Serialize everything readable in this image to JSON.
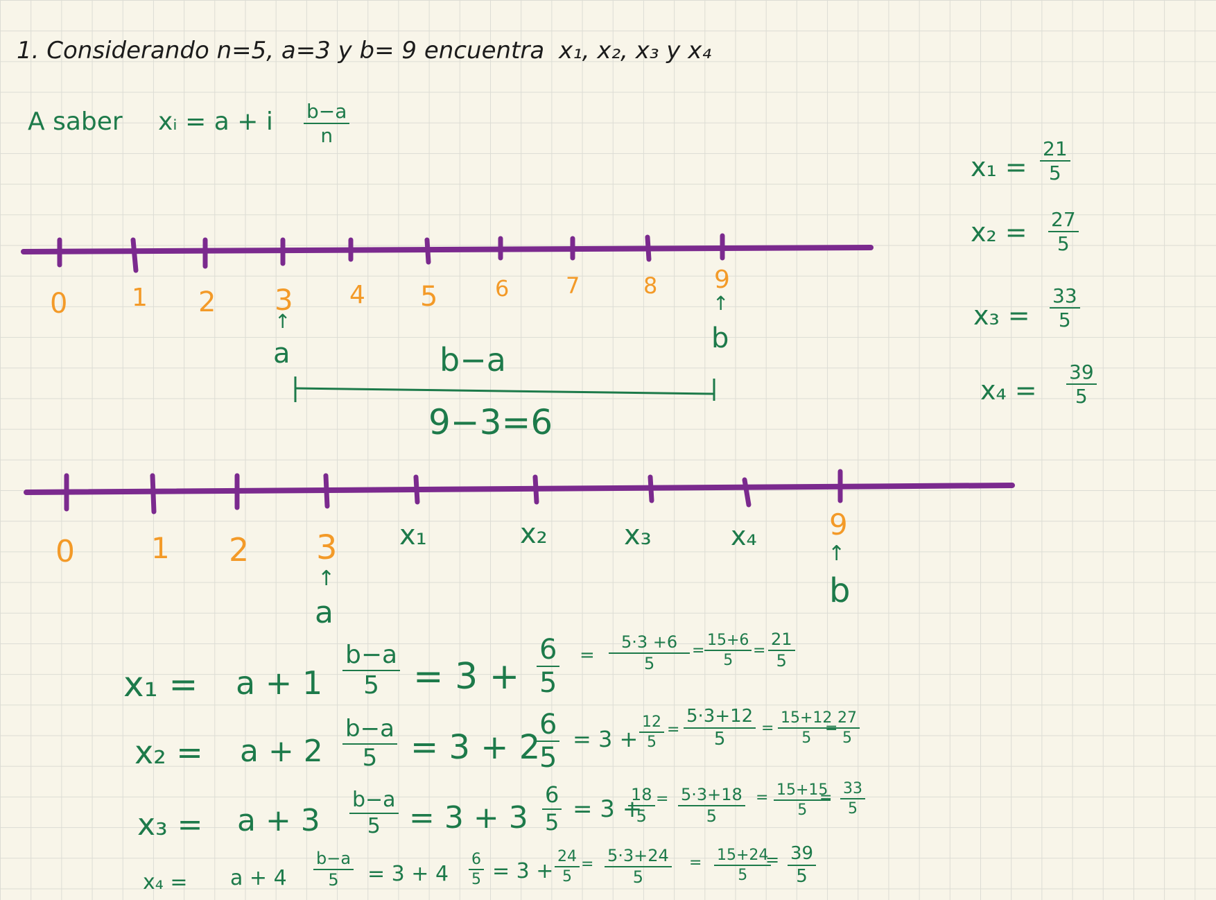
{
  "problem": {
    "number": "1.",
    "text": "Considerando n=5, a=3 y b= 9 encuentra",
    "targets": "x₁, x₂, x₃ y x₄"
  },
  "formula": {
    "lead": "A saber",
    "lhs": "xᵢ = a + i",
    "num": "b−a",
    "den": "n"
  },
  "summary": [
    {
      "label": "x₁ =",
      "num": "21",
      "den": "5"
    },
    {
      "label": "x₂ =",
      "num": "27",
      "den": "5"
    },
    {
      "label": "x₃ =",
      "num": "33",
      "den": "5"
    },
    {
      "label": "x₄ =",
      "num": "39",
      "den": "5"
    }
  ],
  "line1": {
    "ticks": [
      "0",
      "1",
      "2",
      "3",
      "4",
      "5",
      "6",
      "7",
      "8",
      "9"
    ],
    "a_label": "a",
    "b_label": "b",
    "arrow": "↑",
    "bracket_label": "b−a",
    "bracket_value": "9−3=6"
  },
  "line2": {
    "ticks": [
      "0",
      "1",
      "2",
      "3",
      "x₁",
      "x₂",
      "x₃",
      "x₄",
      "9"
    ],
    "a_label": "a",
    "b_label": "b",
    "arrow": "↑"
  },
  "calc": [
    {
      "lhs": "x₁ =",
      "expr": "a + 1",
      "f1n": "b−a",
      "f1d": "5",
      "eq": "= 3 +",
      "f2n": "6",
      "f2d": "5",
      "f3n": "5·3 +6",
      "f3d": "5",
      "f4n": "15+6",
      "f4d": "5",
      "f5n": "21",
      "f5d": "5"
    },
    {
      "lhs": "x₂ =",
      "expr": "a + 2",
      "f1n": "b−a",
      "f1d": "5",
      "eq": "= 3 + 2",
      "f2n": "6",
      "f2d": "5",
      "mid": "= 3 +",
      "fmn": "12",
      "fmd": "5",
      "f3n": "5·3+12",
      "f3d": "5",
      "f4n": "15+12",
      "f4d": "5",
      "f5n": "27",
      "f5d": "5"
    },
    {
      "lhs": "x₃ =",
      "expr": "a + 3",
      "f1n": "b−a",
      "f1d": "5",
      "eq": "= 3 + 3",
      "f2n": "6",
      "f2d": "5",
      "mid": "= 3 +",
      "fmn": "18",
      "fmd": "5",
      "f3n": "5·3+18",
      "f3d": "5",
      "f4n": "15+15",
      "f4d": "5",
      "f5n": "33",
      "f5d": "5"
    },
    {
      "lhs": "x₄ =",
      "expr": "a + 4",
      "f1n": "b−a",
      "f1d": "5",
      "eq": "= 3 + 4",
      "f2n": "6",
      "f2d": "5",
      "mid": "= 3 +",
      "fmn": "24",
      "fmd": "5",
      "f3n": "5·3+24",
      "f3d": "5",
      "f4n": "15+24",
      "f4d": "5",
      "f5n": "39",
      "f5d": "5"
    }
  ],
  "colors": {
    "axis": "#7b2a8e",
    "ink_green": "#1d7a4a",
    "ink_orange": "#f39a28",
    "ink_black": "#1c1c1c"
  }
}
